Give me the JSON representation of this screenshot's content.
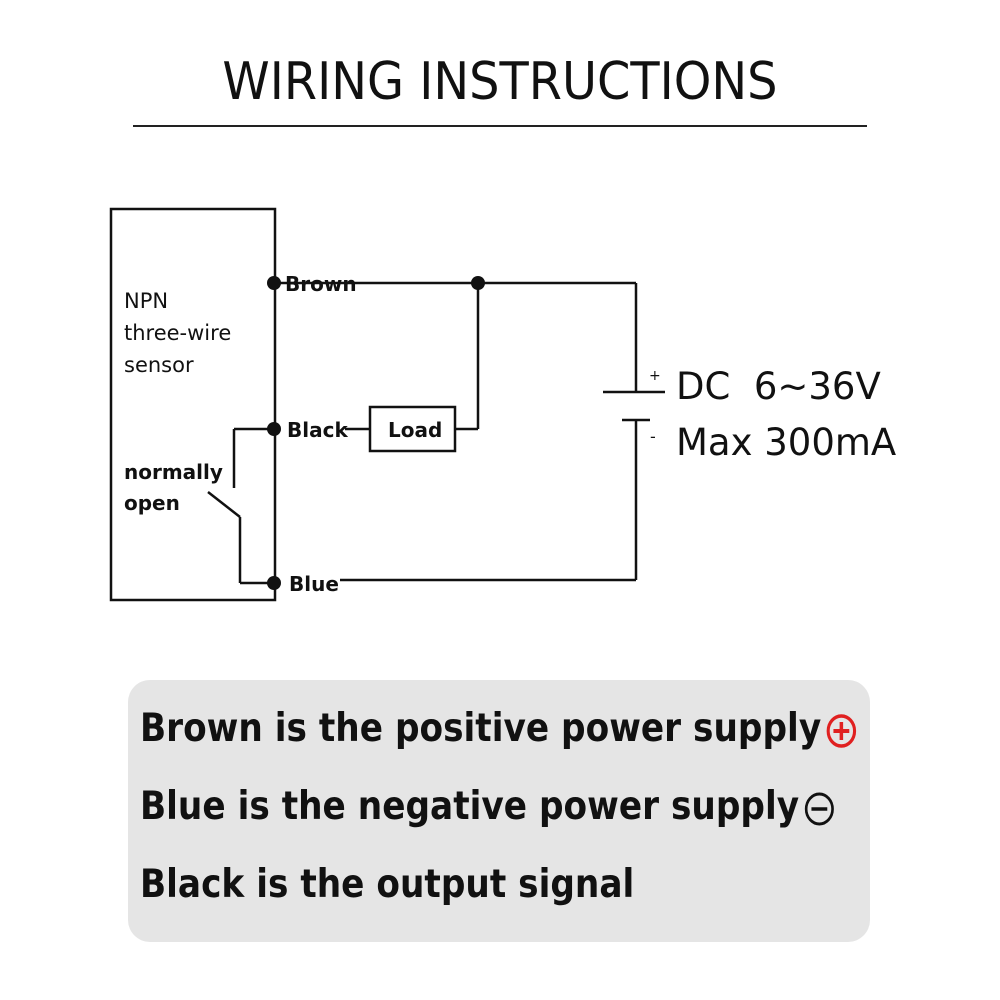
{
  "title": "WIRING INSTRUCTIONS",
  "sensor": {
    "name_lines": [
      "NPN",
      "three-wire",
      "sensor"
    ],
    "switch_label_lines": [
      "normally",
      "open"
    ]
  },
  "wires": {
    "brown": "Brown",
    "black": "Black",
    "blue": "Blue"
  },
  "load_label": "Load",
  "supply": {
    "plus": "+",
    "minus": "-",
    "voltage": "DC  6~36V",
    "current": "Max 300mA"
  },
  "notes": [
    {
      "text": "Brown is the positive power supply",
      "icon": "plus-circle-icon",
      "icon_color": "#e02020"
    },
    {
      "text": "Blue is the negative power supply",
      "icon": "minus-circle-icon",
      "icon_color": "#111111"
    },
    {
      "text": "Black is the output signal",
      "icon": null
    }
  ]
}
